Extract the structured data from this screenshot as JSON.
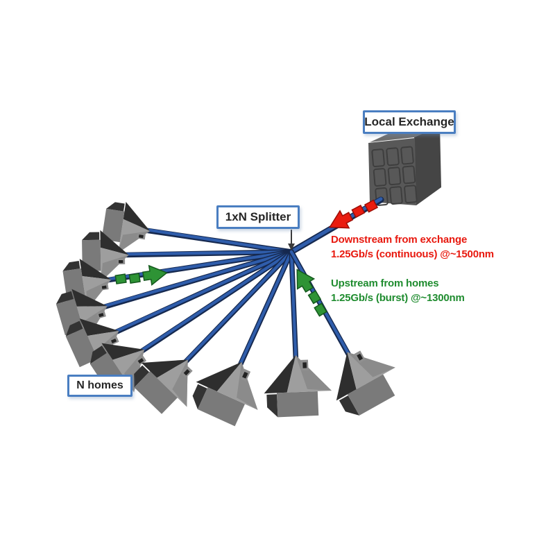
{
  "labels": {
    "local_exchange": "Local Exchange",
    "splitter": "1xN Splitter",
    "homes": "N homes"
  },
  "downstream": {
    "line1": "Downstream from exchange",
    "line2": "1.25Gb/s (continuous) @~1500nm",
    "color": "#e8190f"
  },
  "upstream": {
    "line1": "Upstream from homes",
    "line2": "1.25Gb/s (burst) @~1300nm",
    "color": "#1f8c2f"
  },
  "network": {
    "homes_count": 10,
    "exchange_icon": "local-exchange-cube-icon",
    "home_icon": "house-icon",
    "splitter_icon": "splitter-fanout-point",
    "fiber_color_dark": "#16294f",
    "fiber_color_light": "#2f5dab",
    "downstream_arrow_color": "#e91c10",
    "upstream_arrow_color": "#2e9335",
    "label_border_color": "#4a7ec1",
    "cube_front_color": "#585858",
    "cube_top_color": "#6e6e6e",
    "cube_side_color": "#454545",
    "house_roof_light": "#9e9e9e",
    "house_roof_dark": "#2e2e2e"
  }
}
